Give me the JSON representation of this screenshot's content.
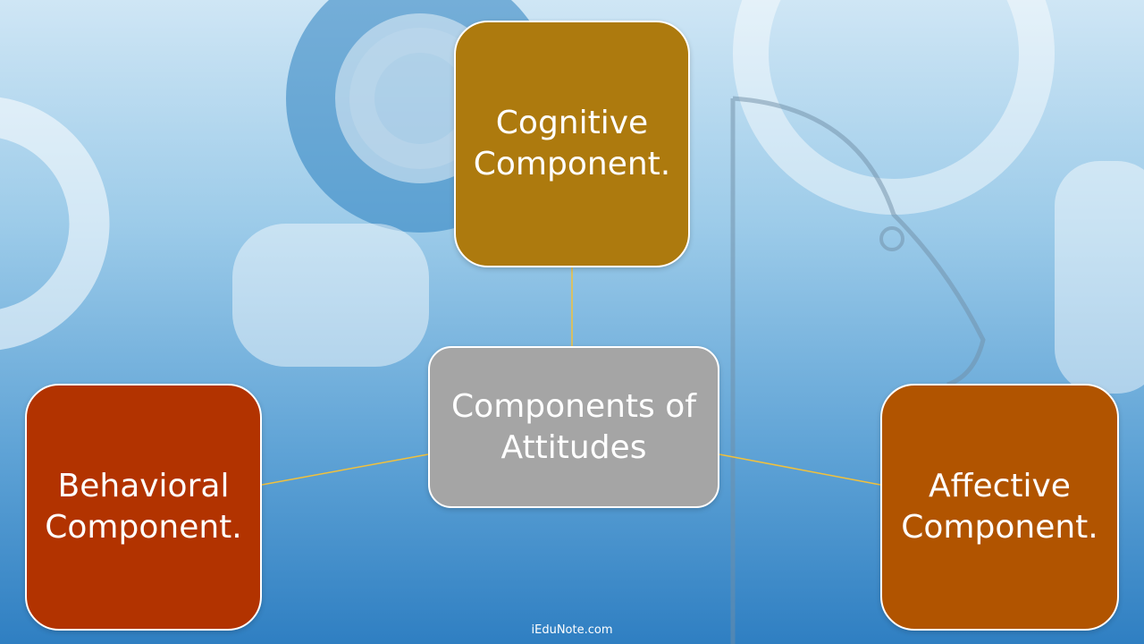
{
  "colors": {
    "cognitive": "#ad7a0e",
    "center": "#a5a5a5",
    "behavioral": "#b23300",
    "affective": "#b15400",
    "connector": "#f2c13b"
  },
  "diagram": {
    "center": {
      "label": "Components of\nAttitudes"
    },
    "nodes": [
      {
        "id": "cognitive",
        "label": "Cognitive\nComponent."
      },
      {
        "id": "behavioral",
        "label": "Behavioral\nComponent."
      },
      {
        "id": "affective",
        "label": "Affective\nComponent."
      }
    ]
  },
  "watermark": "iEduNote.com"
}
